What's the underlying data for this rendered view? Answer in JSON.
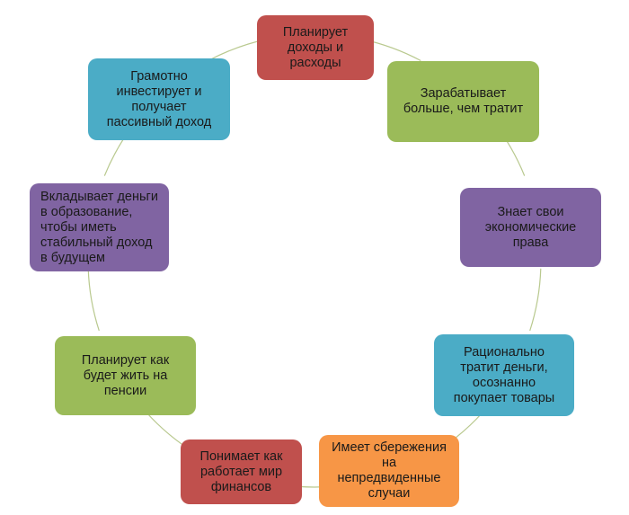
{
  "diagram": {
    "nodes": [
      {
        "label": "Планирует\nдоходы и\nрасходы",
        "color": "#c0504d"
      },
      {
        "label": "Зарабатывает\nбольше, чем тратит",
        "color": "#9bbb59"
      },
      {
        "label": "Знает свои\nэкономические\nправа",
        "color": "#8064a2"
      },
      {
        "label": "Рационально\nтратит деньги,\nосознанно\nпокупает товары",
        "color": "#4bacc6"
      },
      {
        "label": "Имеет сбережения\nна\nнепредвиденные\nслучаи",
        "color": "#f79646"
      },
      {
        "label": "Понимает как\nработает мир\nфинансов",
        "color": "#c0504d"
      },
      {
        "label": "Планирует как\nбудет жить на\nпенсии",
        "color": "#9bbb59"
      },
      {
        "label": "Вкладывает деньги\nв образование,\nчтобы иметь\nстабильный доход\nв будущем",
        "color": "#8064a2"
      },
      {
        "label": "Грамотно\nинвестирует и\nполучает\nпассивный доход",
        "color": "#4bacc6"
      }
    ],
    "connector_color": "#b9c98f"
  }
}
